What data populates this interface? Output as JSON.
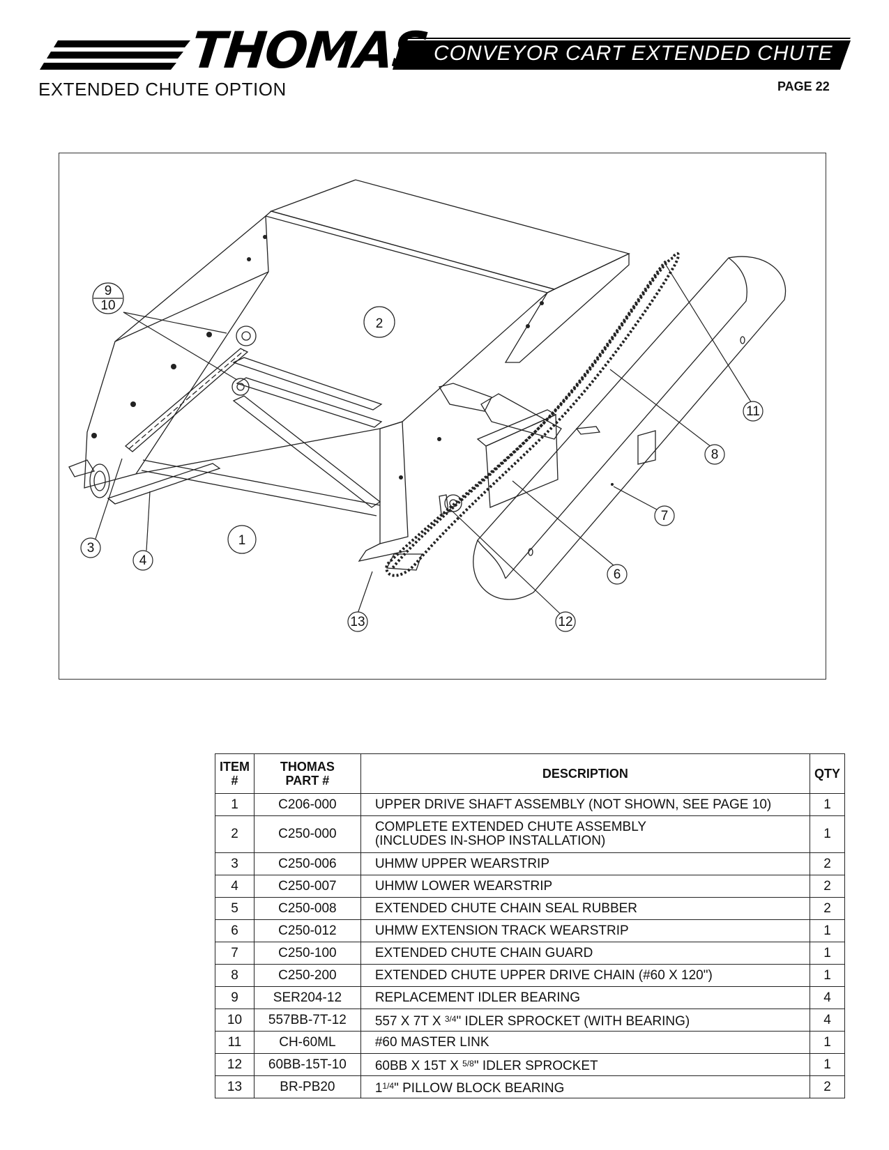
{
  "header": {
    "brand": "THOMAS",
    "doc_title": "CONVEYOR CART EXTENDED CHUTE",
    "section_title": "EXTENDED CHUTE OPTION",
    "page": "PAGE 22"
  },
  "drawing": {
    "callouts": [
      {
        "id": "callout-1",
        "label": "1"
      },
      {
        "id": "callout-2",
        "label": "2"
      },
      {
        "id": "callout-3",
        "label": "3"
      },
      {
        "id": "callout-4",
        "label": "4"
      },
      {
        "id": "callout-6",
        "label": "6"
      },
      {
        "id": "callout-7",
        "label": "7"
      },
      {
        "id": "callout-8",
        "label": "8"
      },
      {
        "id": "callout-9",
        "label": "9"
      },
      {
        "id": "callout-10",
        "label": "10"
      },
      {
        "id": "callout-11",
        "label": "11"
      },
      {
        "id": "callout-12",
        "label": "12"
      },
      {
        "id": "callout-13",
        "label": "13"
      }
    ]
  },
  "table": {
    "headers": {
      "item_line1": "ITEM",
      "item_line2": "#",
      "part_line1": "THOMAS",
      "part_line2": "PART #",
      "description": "DESCRIPTION",
      "qty": "QTY"
    },
    "rows": [
      {
        "item": "1",
        "part": "C206-000",
        "desc": "UPPER DRIVE SHAFT ASSEMBLY (NOT SHOWN, SEE PAGE 10)",
        "qty": "1"
      },
      {
        "item": "2",
        "part": "C250-000",
        "desc": "COMPLETE EXTENDED CHUTE ASSEMBLY",
        "desc2": "(INCLUDES IN-SHOP INSTALLATION)",
        "qty": "1"
      },
      {
        "item": "3",
        "part": "C250-006",
        "desc": "UHMW UPPER WEARSTRIP",
        "qty": "2"
      },
      {
        "item": "4",
        "part": "C250-007",
        "desc": "UHMW LOWER WEARSTRIP",
        "qty": "2"
      },
      {
        "item": "5",
        "part": "C250-008",
        "desc": "EXTENDED CHUTE CHAIN SEAL RUBBER",
        "qty": "2"
      },
      {
        "item": "6",
        "part": "C250-012",
        "desc": "UHMW EXTENSION TRACK WEARSTRIP",
        "qty": "1"
      },
      {
        "item": "7",
        "part": "C250-100",
        "desc": "EXTENDED CHUTE CHAIN GUARD",
        "qty": "1"
      },
      {
        "item": "8",
        "part": "C250-200",
        "desc": "EXTENDED CHUTE UPPER DRIVE CHAIN (#60 X 120\")",
        "qty": "1"
      },
      {
        "item": "9",
        "part": "SER204-12",
        "desc": "REPLACEMENT IDLER BEARING",
        "qty": "4"
      },
      {
        "item": "10",
        "part": "557BB-7T-12",
        "desc_a": "557 X 7T X ",
        "frac": "3/4",
        "desc_b": "\" IDLER SPROCKET (WITH BEARING)",
        "qty": "4"
      },
      {
        "item": "11",
        "part": "CH-60ML",
        "desc": "#60 MASTER LINK",
        "qty": "1"
      },
      {
        "item": "12",
        "part": "60BB-15T-10",
        "desc_a": "60BB X 15T X ",
        "frac": "5/8",
        "desc_b": "\" IDLER SPROCKET",
        "qty": "1"
      },
      {
        "item": "13",
        "part": "BR-PB20",
        "desc_a": "1",
        "frac": "1/4",
        "desc_b": "\" PILLOW BLOCK BEARING",
        "qty": "2"
      }
    ]
  }
}
